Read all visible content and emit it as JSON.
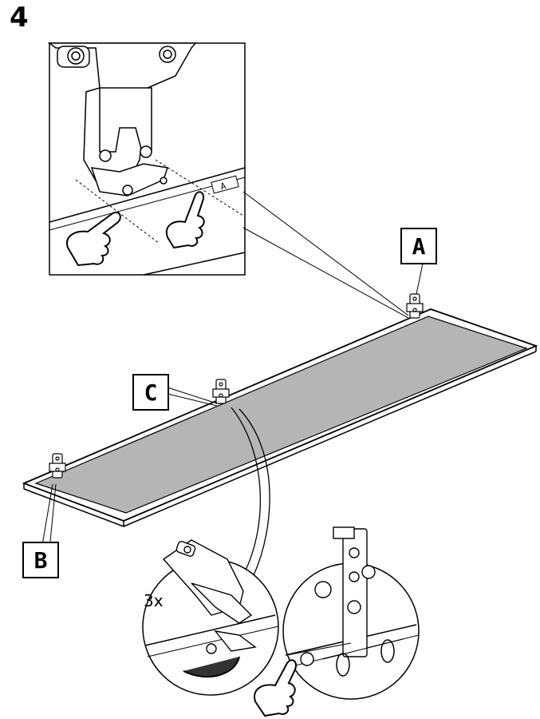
{
  "step": {
    "number": "4"
  },
  "labels": {
    "a": "A",
    "b": "B",
    "c": "C"
  },
  "quantity": "3x",
  "colors": {
    "panel_fill": "#b5b5b5",
    "line": "#000000",
    "background": "#ffffff"
  },
  "icons": [
    "hand-press-icon",
    "hinge-icon",
    "screw-icon",
    "rotate-arrow-icon"
  ]
}
